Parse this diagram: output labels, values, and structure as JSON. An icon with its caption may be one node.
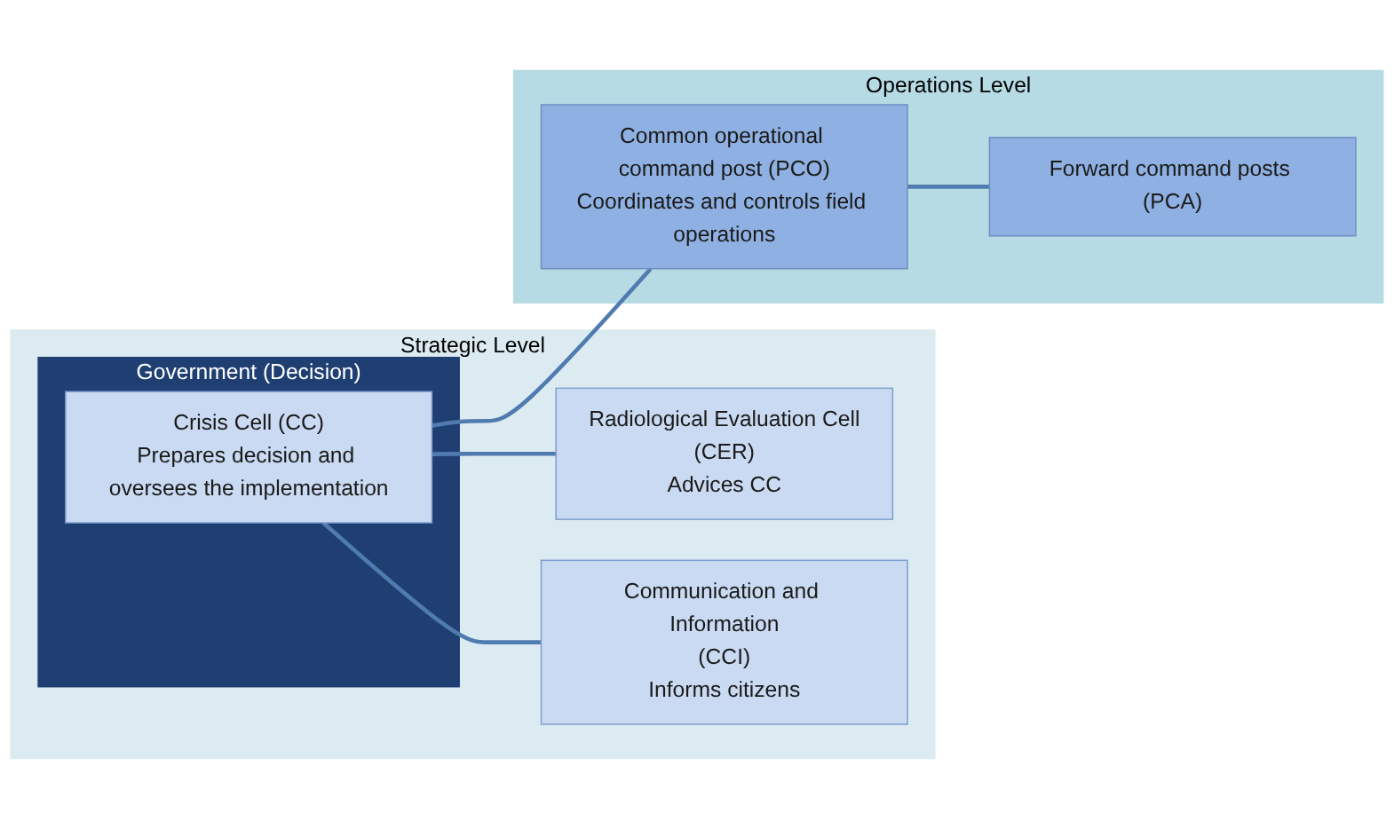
{
  "diagram": {
    "nodes": [
      {
        "text": [
          "Strategic Level"
        ]
      },
      {
        "text": [
          "Government (Decision)"
        ],
        "in": 0
      },
      {
        "text": [
          "Crisis Cell (CC)",
          "Prepares decision and oversees the implementation"
        ],
        "in": 1
      },
      {
        "text": [
          "Radiological Evaluation Cell",
          "(CER)",
          "Advices CC"
        ],
        "in": 0
      },
      {
        "text": [
          "Communication and Information",
          "(CCI)",
          "Informs citizens"
        ],
        "in": 0
      },
      {
        "text": [
          "Operations Level"
        ]
      },
      {
        "text": [
          "Common operational command post (PCO)",
          "Coordinates and controls field operations"
        ],
        "in": 5
      },
      {
        "text": [
          "Forward command posts (PCA)"
        ],
        "in": 5
      }
    ],
    "edges": [
      {
        "from": 2,
        "to": 3,
        "arrow": "none"
      },
      {
        "from": 2,
        "to": 4,
        "arrow": "none"
      },
      {
        "from": 2,
        "to": 6,
        "arrow": "none"
      },
      {
        "from": 6,
        "to": 7,
        "arrow": "none"
      }
    ]
  }
}
